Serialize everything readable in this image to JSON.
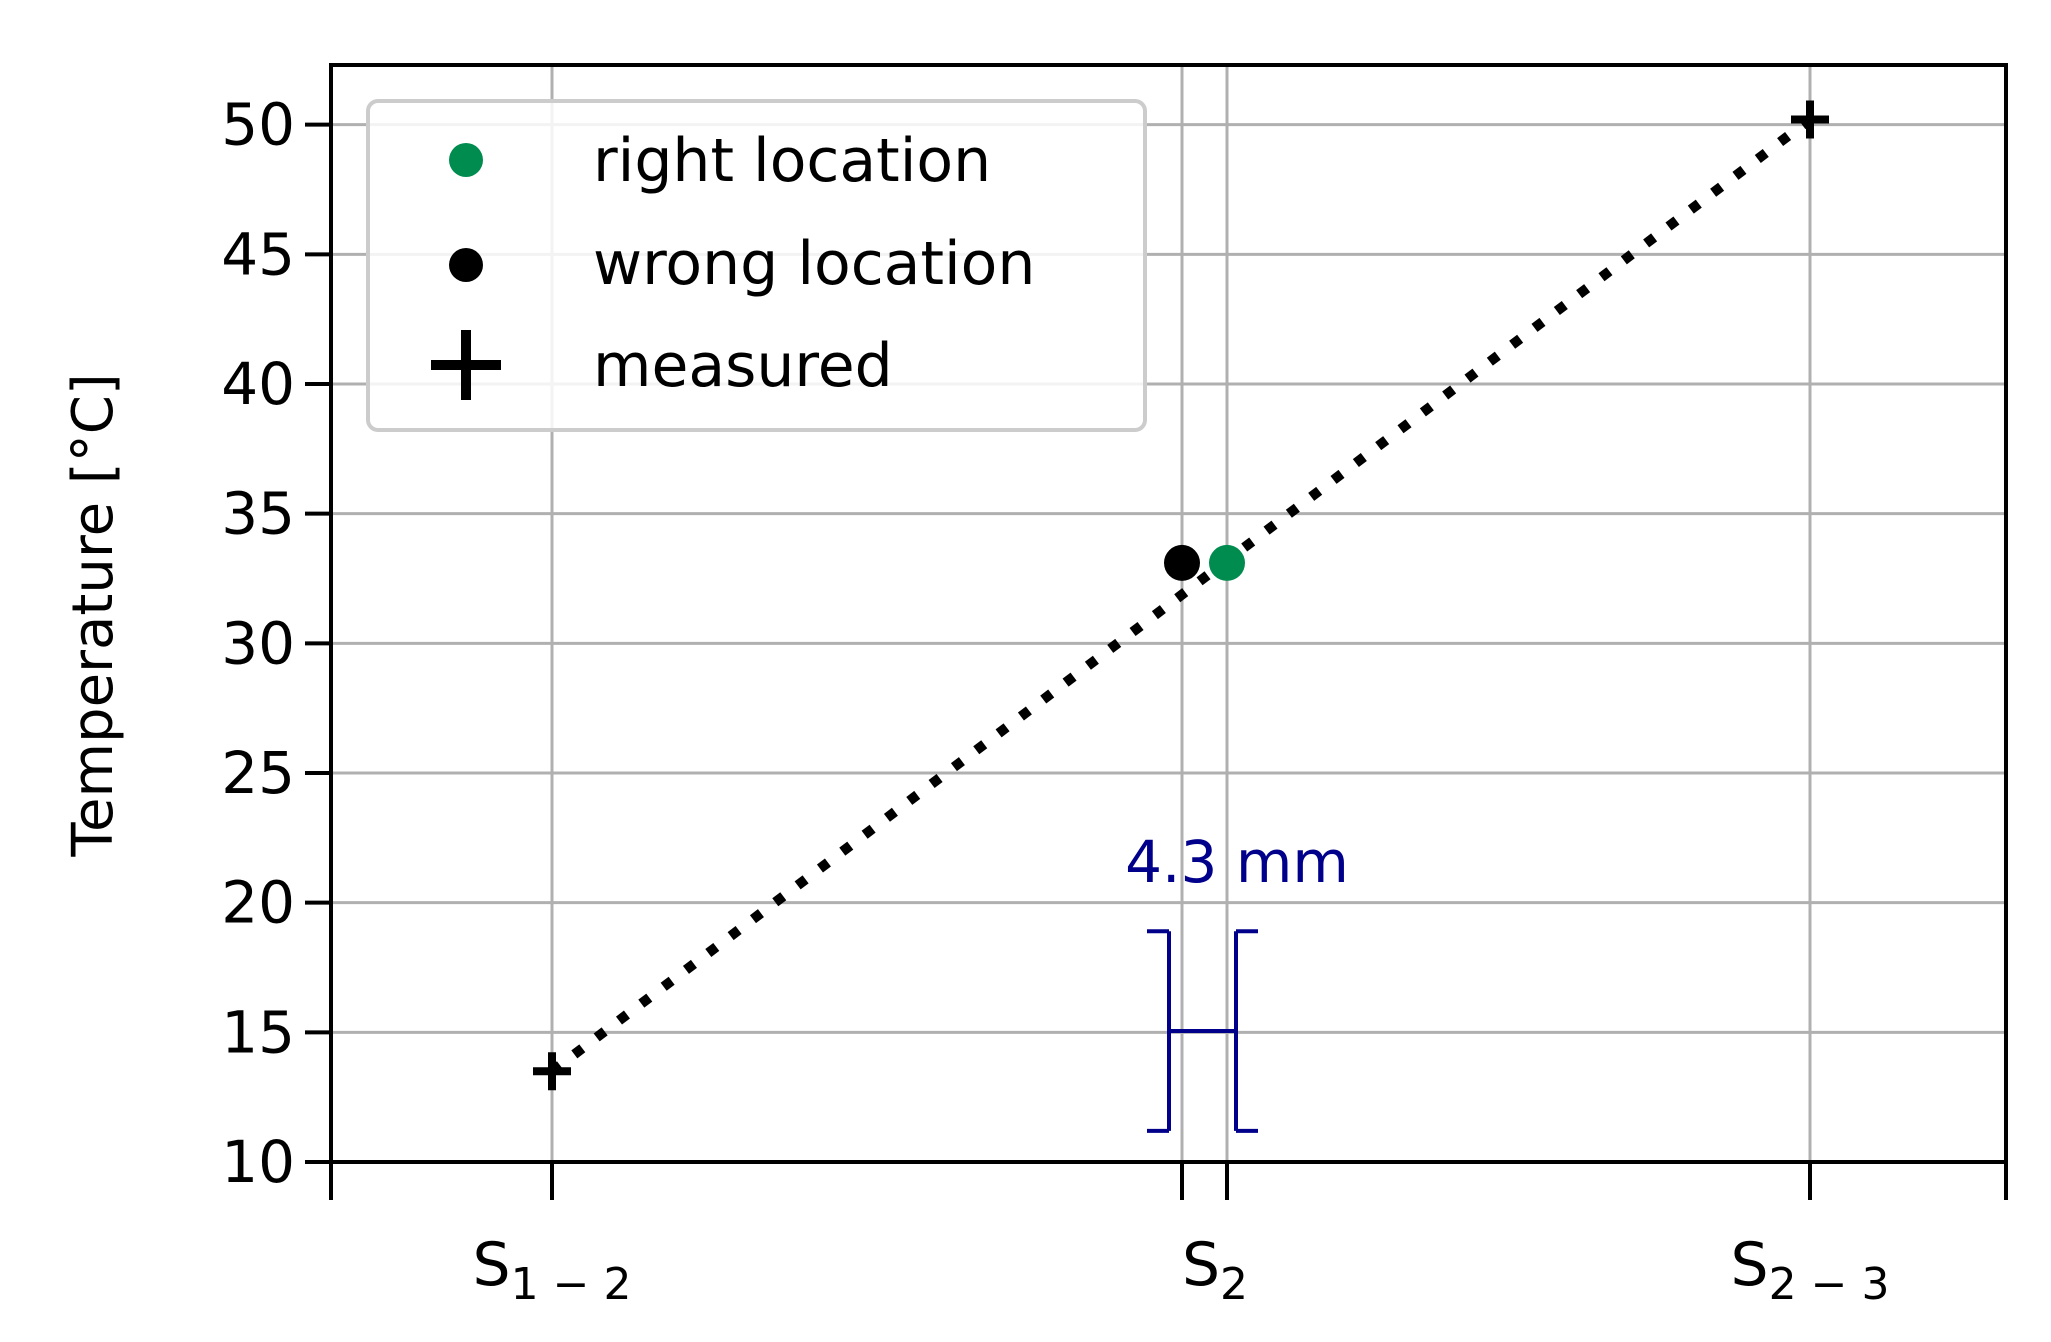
{
  "chart_data": {
    "type": "scatter",
    "title": "",
    "xlabel": "",
    "ylabel": "Temperature [°C]",
    "ylim": [
      10,
      52.3
    ],
    "yticks": [
      10,
      15,
      20,
      25,
      30,
      35,
      40,
      45,
      50
    ],
    "grid": true,
    "legend_placement": "top-left",
    "x_ticks": [
      {
        "base": "S",
        "sub": "1 − 2"
      },
      {
        "base": "S",
        "sub": "2"
      },
      {
        "base": "S",
        "sub": "2 − 3"
      }
    ],
    "series": [
      {
        "name": "right location",
        "color": "#008b4f",
        "marker": "circle",
        "points": [
          {
            "x": "S2 (right)",
            "y": 33.1
          }
        ]
      },
      {
        "name": "wrong location",
        "color": "#000000",
        "marker": "circle",
        "points": [
          {
            "x": "S2 (wrong)",
            "y": 33.1
          }
        ]
      },
      {
        "name": "measured",
        "color": "#000000",
        "marker": "plus",
        "points": [
          {
            "x": "S1−2",
            "y": 13.5
          },
          {
            "x": "S2−3",
            "y": 50.2
          }
        ]
      }
    ],
    "fit_line": {
      "style": "dotted",
      "color": "#000000",
      "from": 13.5,
      "to": 50.2
    },
    "annotation": {
      "text": "4.3 mm",
      "color": "#00008b",
      "bracket_y_range": [
        11.2,
        18.9
      ]
    }
  }
}
